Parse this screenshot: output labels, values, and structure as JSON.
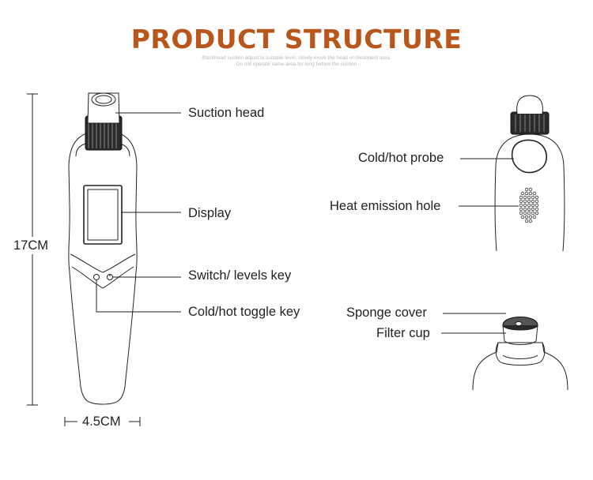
{
  "title": "PRODUCT STRUCTURE",
  "subtitle_lines": [
    "Blackhead suction adjust to suitable level, slowly move the head on treatment area.",
    "Do not operate same area for long before the suction"
  ],
  "dimensions": {
    "height": "17CM",
    "width": "4.5CM"
  },
  "labels": {
    "suction_head": "Suction head",
    "display": "Display",
    "switch_key": "Switch/ levels key",
    "toggle_key": "Cold/hot toggle key",
    "probe": "Cold/hot probe",
    "heat_hole": "Heat emission hole",
    "sponge": "Sponge cover",
    "filter": "Filter cup"
  },
  "colors": {
    "title": "#b8561c",
    "line": "#222222"
  }
}
